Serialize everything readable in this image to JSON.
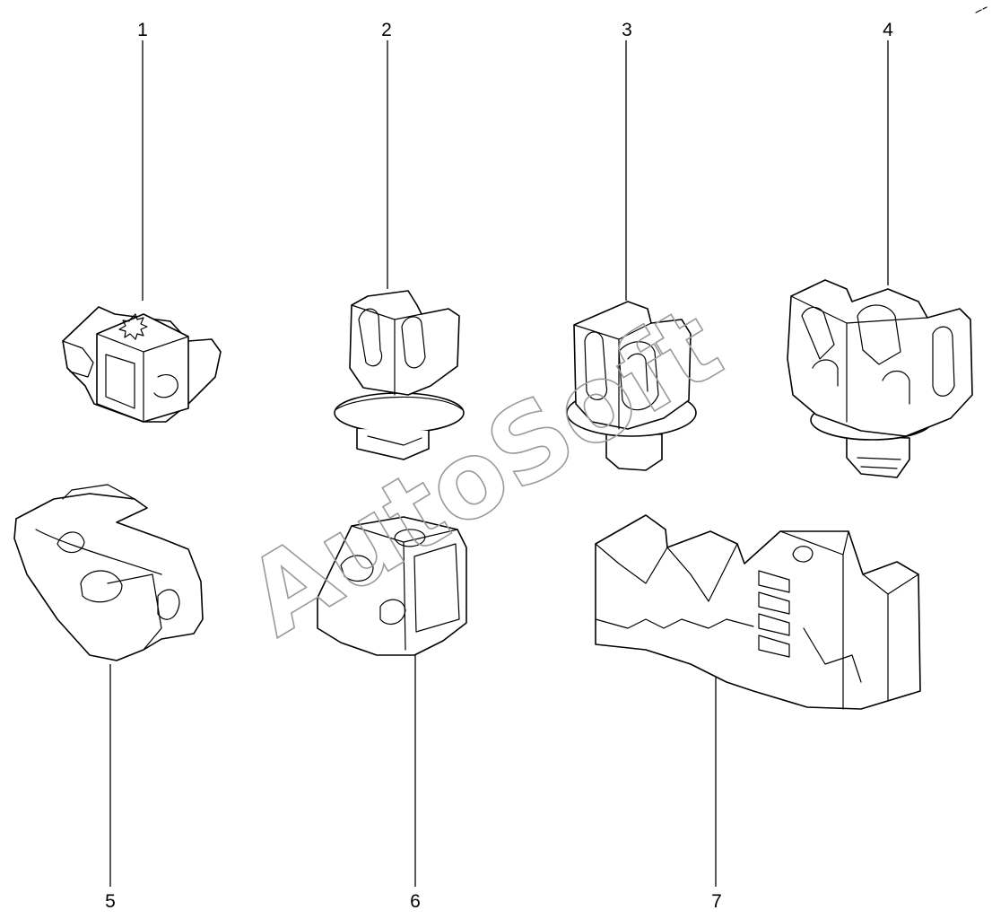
{
  "diagram": {
    "callouts": [
      {
        "id": "1",
        "label": "1"
      },
      {
        "id": "2",
        "label": "2"
      },
      {
        "id": "3",
        "label": "3"
      },
      {
        "id": "4",
        "label": "4"
      },
      {
        "id": "5",
        "label": "5"
      },
      {
        "id": "6",
        "label": "6"
      },
      {
        "id": "7",
        "label": "7"
      }
    ],
    "watermark": "AutoSoft",
    "colors": {
      "line": "#000000",
      "watermark": "#9a9a9a",
      "background": "#ffffff"
    }
  }
}
